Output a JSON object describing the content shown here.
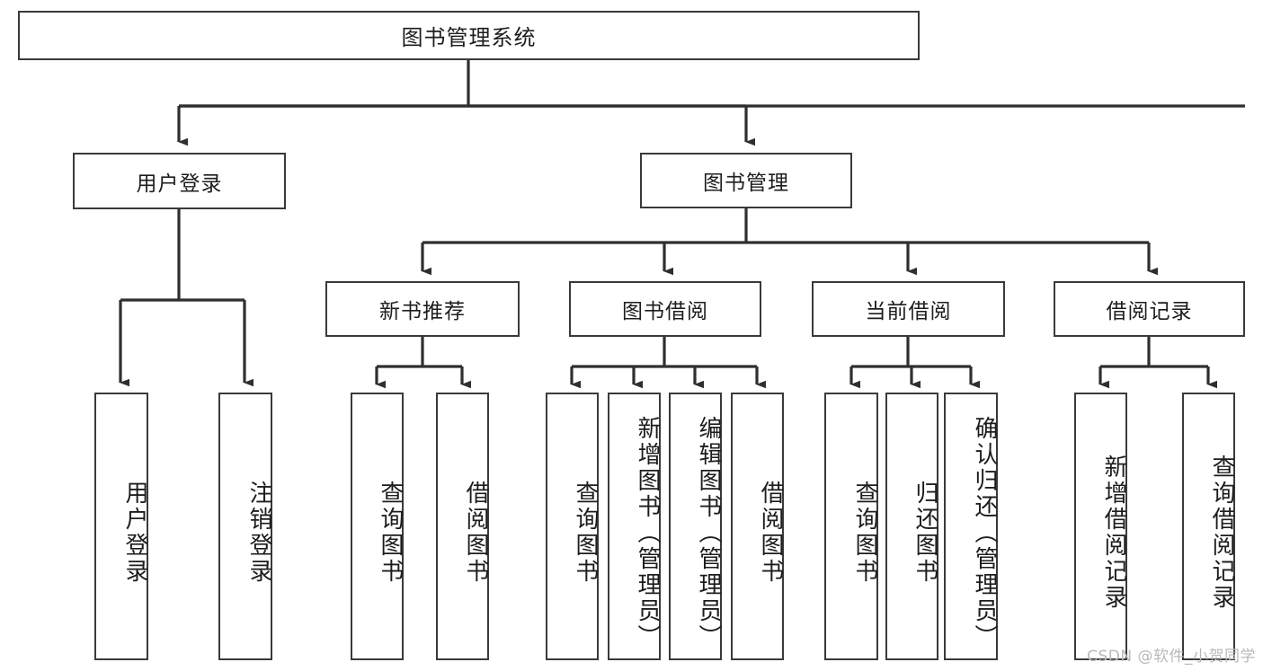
{
  "diagram": {
    "title": "图书管理系统",
    "type": "hierarchy-tree",
    "watermark": "CSDN @软件_小贺同学",
    "colors": {
      "stroke": "#3a3a3a",
      "fill": "#ffffff",
      "text": "#1d1d1d",
      "watermark": "#b9b9b9"
    },
    "root": {
      "label": "图书管理系统"
    },
    "level2": [
      {
        "label": "用户登录"
      },
      {
        "label": "图书管理"
      }
    ],
    "level3": [
      {
        "label": "新书推荐"
      },
      {
        "label": "图书借阅"
      },
      {
        "label": "当前借阅"
      },
      {
        "label": "借阅记录"
      }
    ],
    "leaves": {
      "user_login": [
        {
          "label": "用户登录"
        },
        {
          "label": "注销登录"
        }
      ],
      "new_book": [
        {
          "label": "查询图书"
        },
        {
          "label": "借阅图书"
        }
      ],
      "book_borrow": [
        {
          "label": "查询图书"
        },
        {
          "label": "新增图书（管理员）"
        },
        {
          "label": "编辑图书（管理员）"
        },
        {
          "label": "借阅图书"
        }
      ],
      "current_borrow": [
        {
          "label": "查询图书"
        },
        {
          "label": "归还图书"
        },
        {
          "label": "确认归还（管理员）"
        }
      ],
      "borrow_record": [
        {
          "label": "新增借阅记录"
        },
        {
          "label": "查询借阅记录"
        }
      ]
    }
  }
}
